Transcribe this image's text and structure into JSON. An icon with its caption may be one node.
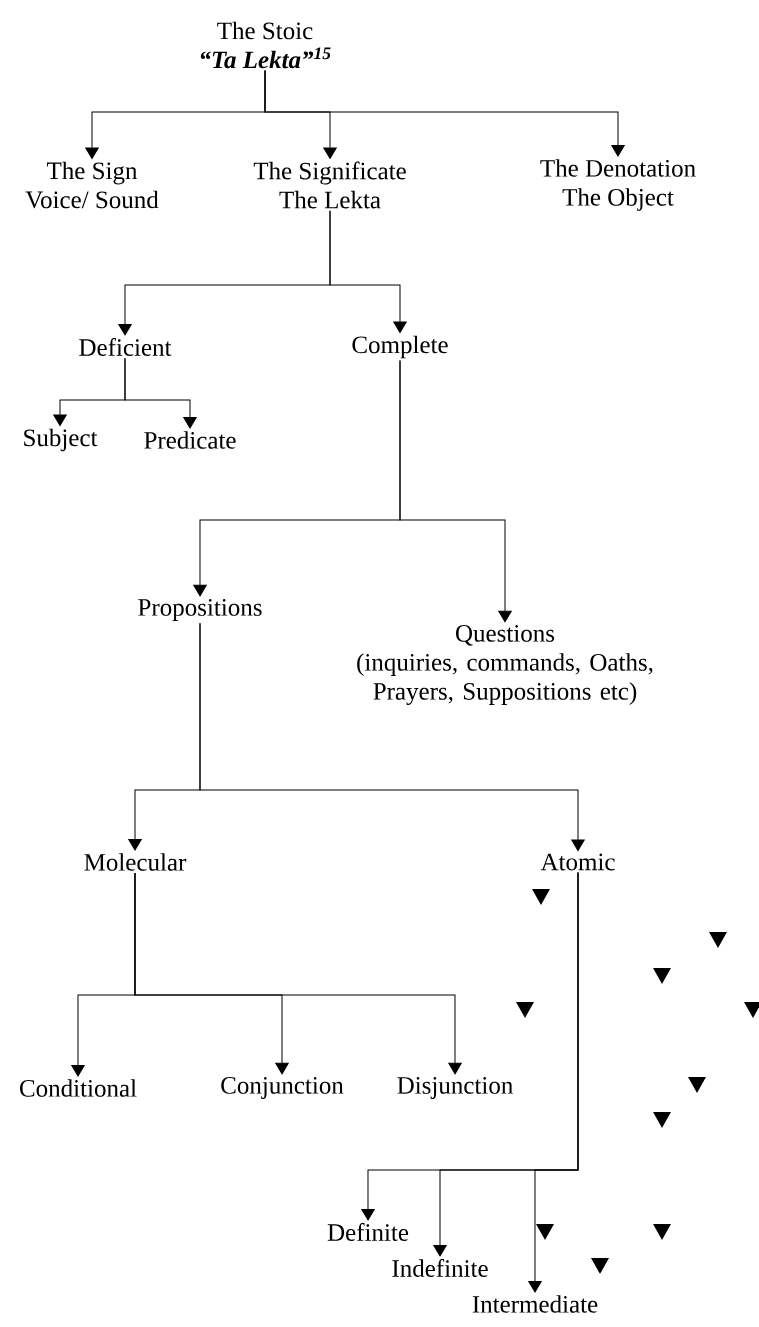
{
  "diagram": {
    "nodes": [
      {
        "text": [
          "The Stoic",
          "“Ta Lekta”$^{15}$"
        ]
      },
      {
        "text": [
          "The Sign",
          "Voice/ Sound"
        ]
      },
      {
        "text": [
          "The Significate",
          "The Lekta"
        ]
      },
      {
        "text": [
          "The Denotation",
          "The Object"
        ]
      },
      {
        "text": [
          "Deficient"
        ]
      },
      {
        "text": [
          "Complete"
        ]
      },
      {
        "text": [
          "Subject"
        ]
      },
      {
        "text": [
          "Predicate"
        ]
      },
      {
        "text": [
          "Propositions"
        ]
      },
      {
        "text": [
          "Questions",
          "(inquiries, commands, Oaths, Prayers, Suppositions etc)"
        ]
      },
      {
        "text": [
          "Molecular"
        ]
      },
      {
        "text": [
          "Atomic"
        ]
      },
      {
        "text": [
          "Conditional"
        ]
      },
      {
        "text": [
          "Conjunction"
        ]
      },
      {
        "text": [
          "Disjunction"
        ]
      },
      {
        "text": [
          "Definite"
        ]
      },
      {
        "text": [
          "Indefinite"
        ]
      },
      {
        "text": [
          "Intermediate"
        ]
      }
    ],
    "edges": [
      {
        "from": 0,
        "to": 1,
        "arrow": "to"
      },
      {
        "from": 0,
        "to": 2,
        "arrow": "to"
      },
      {
        "from": 0,
        "to": 3,
        "arrow": "to"
      },
      {
        "from": 2,
        "to": 4,
        "arrow": "to"
      },
      {
        "from": 2,
        "to": 5,
        "arrow": "to"
      },
      {
        "from": 4,
        "to": 6,
        "arrow": "to"
      },
      {
        "from": 4,
        "to": 7,
        "arrow": "to"
      },
      {
        "from": 5,
        "to": 8,
        "arrow": "to"
      },
      {
        "from": 5,
        "to": 9,
        "arrow": "to"
      },
      {
        "from": 8,
        "to": 10,
        "arrow": "to"
      },
      {
        "from": 8,
        "to": 11,
        "arrow": "to"
      },
      {
        "from": 10,
        "to": 12,
        "arrow": "to"
      },
      {
        "from": 10,
        "to": 13,
        "arrow": "to"
      },
      {
        "from": 10,
        "to": 14,
        "arrow": "to"
      },
      {
        "from": 11,
        "to": 15,
        "arrow": "to"
      },
      {
        "from": 11,
        "to": 16,
        "arrow": "to"
      },
      {
        "from": 11,
        "to": 17,
        "arrow": "to"
      }
    ]
  }
}
